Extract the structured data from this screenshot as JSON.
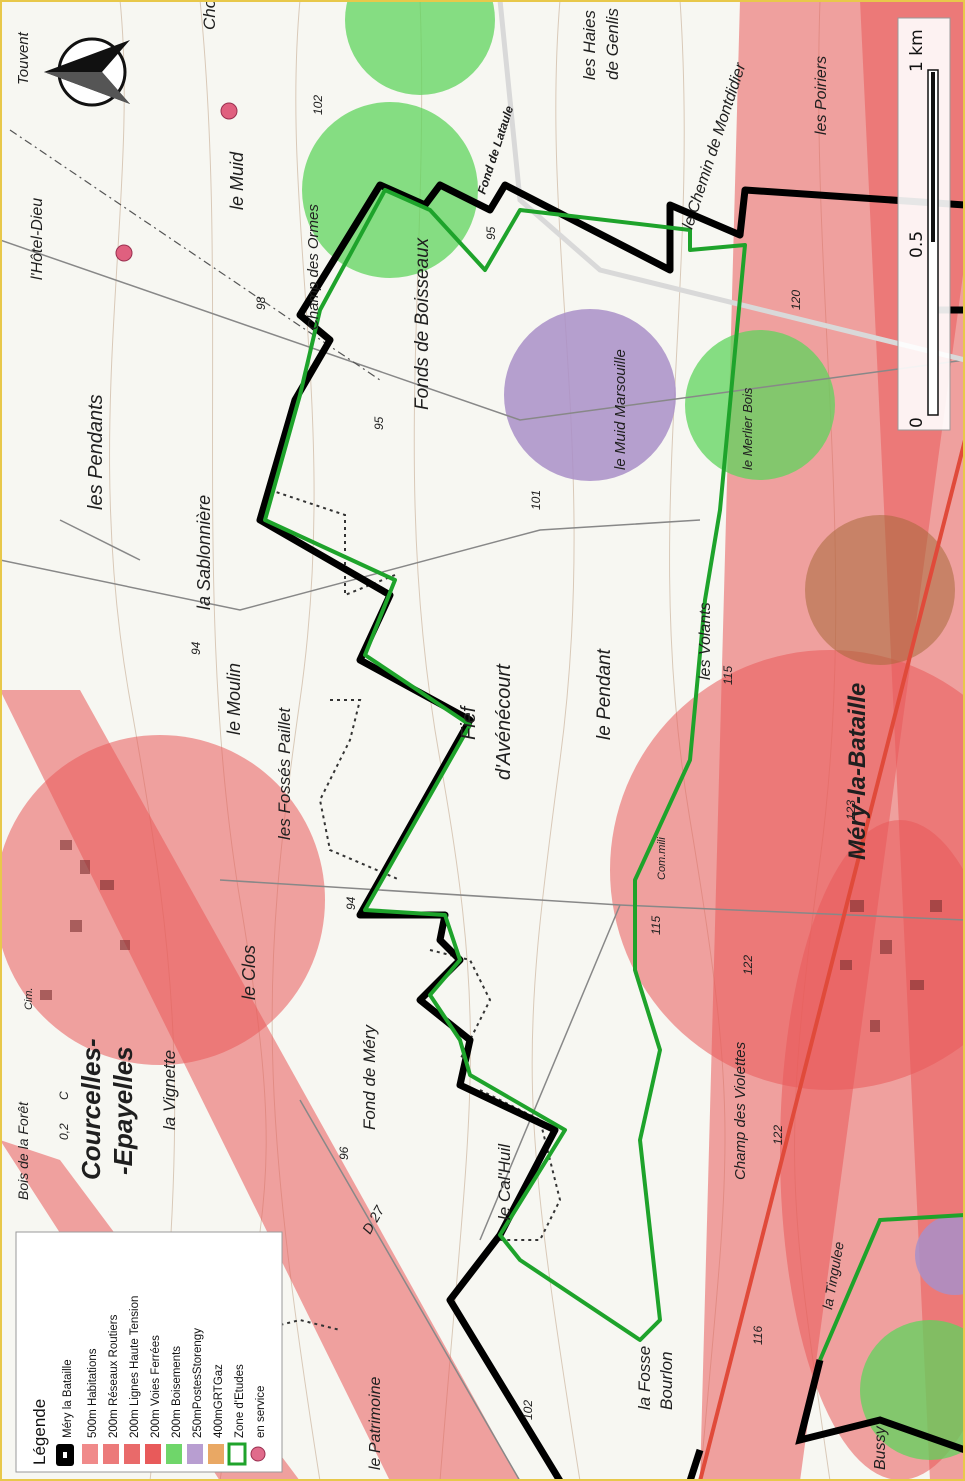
{
  "legend": {
    "title": "Légende",
    "items": [
      {
        "label": "Méry la Bataille",
        "color": "#000000",
        "symbol": "line"
      },
      {
        "label": "500m Habitations",
        "color": "#f08a8a",
        "symbol": "fill"
      },
      {
        "label": "200m Réseaux Routiers",
        "color": "#ec7a7a",
        "symbol": "fill"
      },
      {
        "label": "200m Lignes Haute Tension",
        "color": "#e96a6a",
        "symbol": "fill"
      },
      {
        "label": "200m Voies Ferrées",
        "color": "#e85a5a",
        "symbol": "fill"
      },
      {
        "label": "200m Boisements",
        "color": "#6fd66a",
        "symbol": "fill"
      },
      {
        "label": "250mPostesStorengy",
        "color": "#b89ed1",
        "symbol": "fill"
      },
      {
        "label": "400mGRTGaz",
        "color": "#e9a864",
        "symbol": "fill"
      },
      {
        "label": "Zone d'Etudes",
        "color": "#1fa32b",
        "symbol": "outline"
      },
      {
        "label": "en service",
        "color": "#e06b8b",
        "symbol": "dot"
      }
    ]
  },
  "scale": {
    "labels": [
      "0",
      "0.5",
      "1 km"
    ]
  },
  "places": {
    "courcelles": "Courcelles-",
    "epayelles": "-Epayelles",
    "mery": "Méry-la-Bataille",
    "fief": "Fief",
    "avenecourt": "d'Avénécourt",
    "le_pendant": "le Pendant",
    "les_pendants": "les Pendants",
    "la_sablonniere": "la Sablonnière",
    "le_moulin": "le Moulin",
    "les_fosses_paillet": "les Fossés Paillet",
    "le_clos": "le Clos",
    "la_vignette": "la Vignette",
    "fond_de_mery": "Fond de Méry",
    "le_cal_huil": "le Cal'Huil",
    "la_fosse": "la Fosse",
    "bourlon": "Bourlon",
    "le_patrimoine": "le Patrimoine",
    "champ_des_ormes": "Champ des Ormes",
    "fonds_de_boisseaux": "Fonds de Boisseaux",
    "fond_de_lataule": "Fond de Lataule",
    "le_muid_marsouille": "le Muid Marsouille",
    "le_merlier_bois": "le Merlier Bois",
    "les_volants": "les Volants",
    "les_haies": "les Haies",
    "de_genlis": "de Genlis",
    "chemin_montdidier": "le Chemin de Montdidier",
    "les_poiriers": "les Poiriers",
    "le_muid": "le Muid",
    "hotel_dieu": "l'Hôtel-Dieu",
    "touvent": "Touvent",
    "ch": "Cho",
    "champ_des_violettes": "Champ des Violettes",
    "la_tingulee": "la Tingulee",
    "bussy": "Bussy",
    "bois_de_la_foret": "Bois de la Forêt",
    "road_d27": "D 27",
    "com_mili": "Com.mili",
    "cim": "Cim."
  },
  "elevations": [
    "102",
    "98",
    "95",
    "95",
    "94",
    "94",
    "96",
    "101",
    "115",
    "115",
    "120",
    "123",
    "122",
    "122",
    "116",
    "102",
    "0,2",
    "C"
  ],
  "colors": {
    "exclusion_red": "#ea5a5a",
    "woodland_green": "#5fd45c",
    "storengy_purple": "#a98fc8",
    "boundary_black": "#000000",
    "study_zone_green": "#1ea32b",
    "habitation_dot": "#e0607f"
  },
  "north_arrow": {
    "icon": "north-arrow-icon"
  }
}
